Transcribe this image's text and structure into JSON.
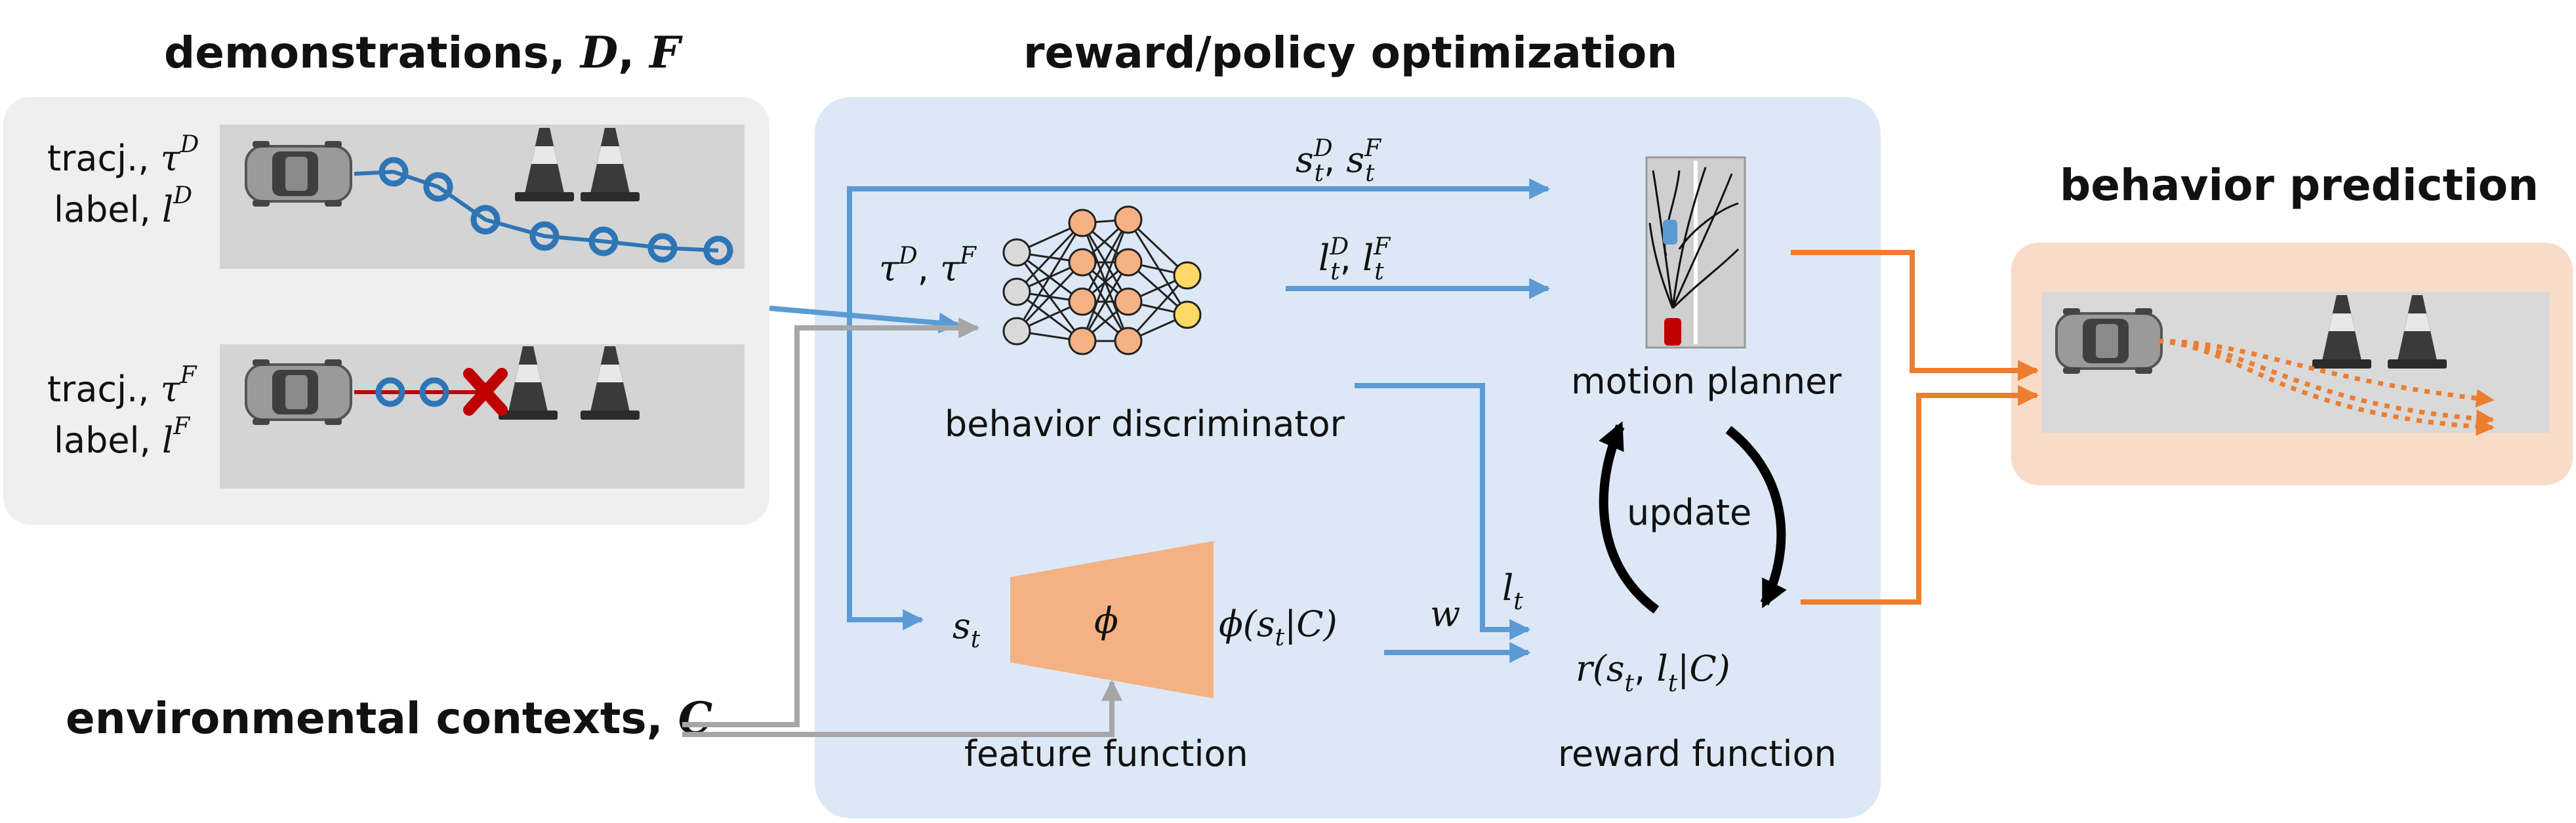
{
  "colors": {
    "blue_arrow": "#5b9bd5",
    "gray_arrow": "#a6a6a6",
    "orange_arrow": "#ed7d31",
    "panel_gray": "#efefef",
    "panel_blue": "#dce8f5",
    "panel_orange": "#f8dcc8",
    "node_gray": "#d9d9d9",
    "node_orange": "#f4b183",
    "node_yellow": "#ffd966",
    "feature_fill": "#f4b183",
    "marker_blue": "#2e75b6",
    "marker_red": "#c00000"
  },
  "titles": {
    "demonstrations": "demonstrations,",
    "demonstrations_D": "D",
    "demonstrations_comma": ",",
    "demonstrations_F": "F",
    "optimization": "reward/policy optimization",
    "prediction": "behavior prediction",
    "contexts": "environmental contexts,",
    "contexts_C": "C"
  },
  "demos": {
    "good": {
      "traj_label": "tracj.,",
      "traj_sym": "τ",
      "traj_sup": "D",
      "label_label": "label,",
      "label_sym": "l",
      "label_sup": "D"
    },
    "bad": {
      "traj_label": "tracj.,",
      "traj_sym": "τ",
      "traj_sup": "F",
      "label_label": "label,",
      "label_sym": "l",
      "label_sup": "F"
    }
  },
  "labels": {
    "s_sym": "s",
    "s_sub": "t",
    "sup_D": "D",
    "sup_F": "F",
    "comma": ",",
    "l_sym": "l",
    "tau_sym": "τ",
    "discriminator": "behavior discriminator",
    "feature_function": "feature function",
    "phi": "ϕ",
    "phi_out_1": "ϕ(",
    "phi_out_2": "|C)",
    "w": "w",
    "lt_sym": "l",
    "lt_sub": "t",
    "reward_1": "r(",
    "reward_comma": ",",
    "reward_2": "|C)",
    "reward_function": "reward function",
    "motion_planner": "motion planner",
    "update": "update"
  }
}
